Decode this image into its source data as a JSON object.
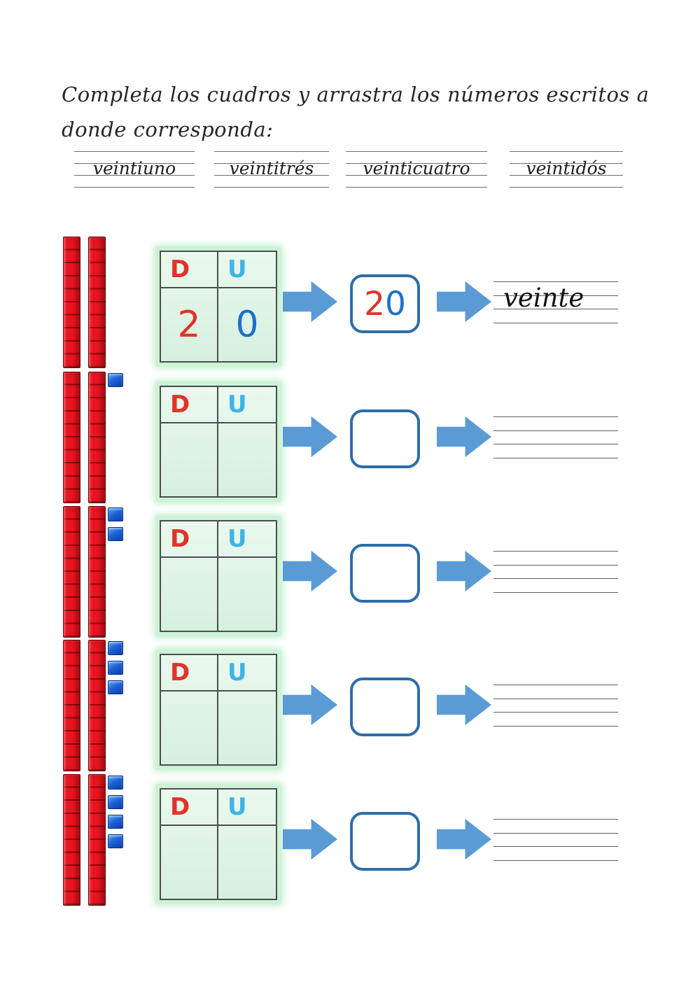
{
  "title": {
    "line1": "Completa los cuadros y arrastra los números escritos a",
    "line2": "donde corresponda:"
  },
  "word_bank": [
    {
      "label": "veintiuno"
    },
    {
      "label": "veintitrés"
    },
    {
      "label": "veinticuatro"
    },
    {
      "label": "veintidós"
    }
  ],
  "place_value_table": {
    "tens_header": "D",
    "units_header": "U"
  },
  "rows": [
    {
      "tens_rods": 2,
      "unit_cubes": 0,
      "tens_value": "2",
      "units_value": "0",
      "number_tens": "2",
      "number_units": "0",
      "word": "veinte"
    },
    {
      "tens_rods": 2,
      "unit_cubes": 1,
      "tens_value": "",
      "units_value": "",
      "number_tens": "",
      "number_units": "",
      "word": ""
    },
    {
      "tens_rods": 2,
      "unit_cubes": 2,
      "tens_value": "",
      "units_value": "",
      "number_tens": "",
      "number_units": "",
      "word": ""
    },
    {
      "tens_rods": 2,
      "unit_cubes": 3,
      "tens_value": "",
      "units_value": "",
      "number_tens": "",
      "number_units": "",
      "word": ""
    },
    {
      "tens_rods": 2,
      "unit_cubes": 4,
      "tens_value": "",
      "units_value": "",
      "number_tens": "",
      "number_units": "",
      "word": ""
    }
  ],
  "colors": {
    "tens_rod_red": "#ea1420",
    "unit_cube_blue": "#1e63d6",
    "header_d_red": "#df342a",
    "header_u_blue": "#3db4e8",
    "digit_blue": "#1d71c9",
    "arrow_blue": "#5b9bd5",
    "table_green": "#d6f0de",
    "box_border_blue": "#2e6da8"
  }
}
